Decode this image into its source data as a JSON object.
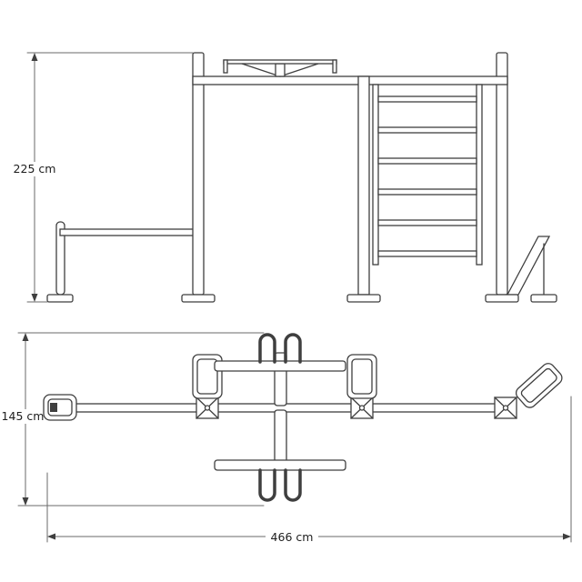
{
  "dimensions": {
    "height_label": "225 cm",
    "depth_label": "145 cm",
    "width_label": "466 cm"
  },
  "colors": {
    "line": "#3f3f3f",
    "text": "#1d1d1d",
    "background": "#ffffff"
  }
}
